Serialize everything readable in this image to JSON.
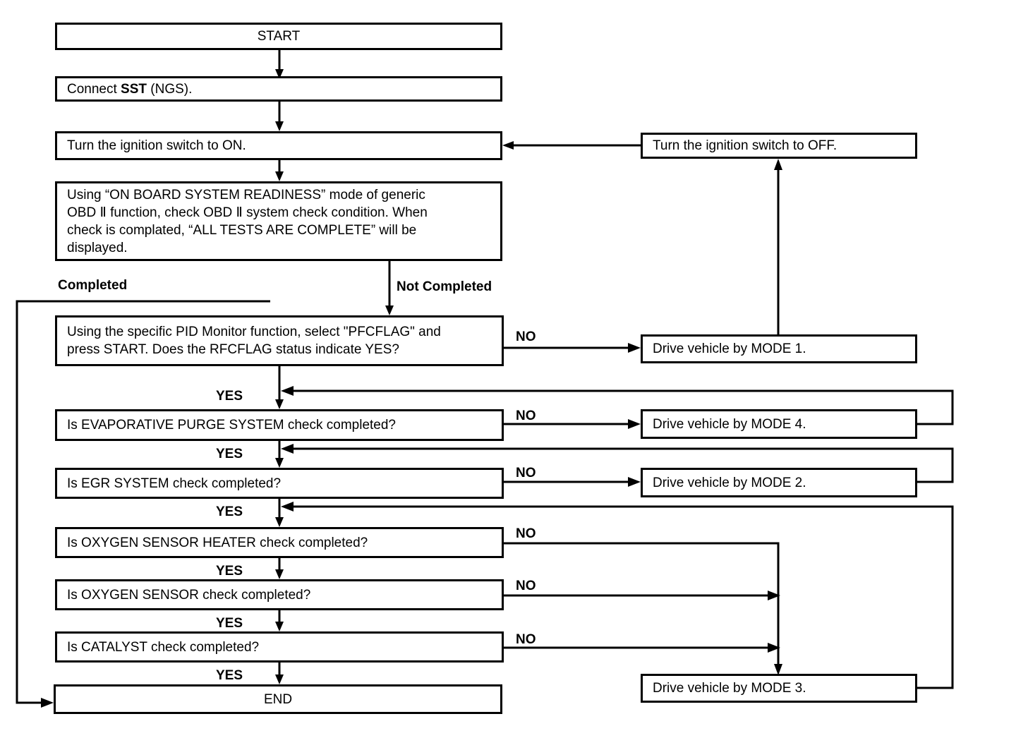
{
  "diagram": {
    "title": "OBD II System Readiness Check Flowchart",
    "line_color": "#000000",
    "background_color": "#ffffff"
  },
  "nodes": {
    "start": {
      "label": "START"
    },
    "connect_sst": {
      "label_pre": "Connect ",
      "label_bold": "SST",
      "label_post": " (NGS)."
    },
    "ignition_on": {
      "label": "Turn the ignition switch to ON."
    },
    "ignition_off": {
      "label": "Turn the ignition switch to OFF."
    },
    "readiness": {
      "label": "Using “ON BOARD SYSTEM READINESS” mode of generic\nOBD Ⅱ function, check OBD Ⅱ system check condition. When\ncheck is complated, “ALL TESTS ARE COMPLETE” will be\ndisplayed."
    },
    "pid_monitor": {
      "label": "Using the specific PID Monitor function, select \"PFCFLAG\" and\npress START. Does the RFCFLAG status indicate YES?"
    },
    "evap_purge": {
      "label": "Is EVAPORATIVE PURGE SYSTEM check completed?"
    },
    "egr_system": {
      "label": "Is EGR SYSTEM check completed?"
    },
    "o2_heater": {
      "label": "Is OXYGEN SENSOR HEATER check completed?"
    },
    "o2_sensor": {
      "label": "Is OXYGEN SENSOR check completed?"
    },
    "catalyst": {
      "label": "Is CATALYST check completed?"
    },
    "end": {
      "label": "END"
    },
    "mode1": {
      "label": "Drive vehicle by MODE 1."
    },
    "mode4": {
      "label": "Drive vehicle by MODE 4."
    },
    "mode2": {
      "label": "Drive vehicle by MODE 2."
    },
    "mode3": {
      "label": "Drive vehicle by MODE 3."
    }
  },
  "edge_labels": {
    "completed": "Completed",
    "not_completed": "Not Completed",
    "no_pid": "NO",
    "yes_pid": "YES",
    "no_evap": "NO",
    "yes_evap": "YES",
    "no_egr": "NO",
    "yes_egr": "YES",
    "no_o2heater": "NO",
    "yes_o2heater": "YES",
    "no_o2sensor": "NO",
    "yes_o2sensor": "YES",
    "no_catalyst": "NO",
    "yes_catalyst": "YES"
  }
}
